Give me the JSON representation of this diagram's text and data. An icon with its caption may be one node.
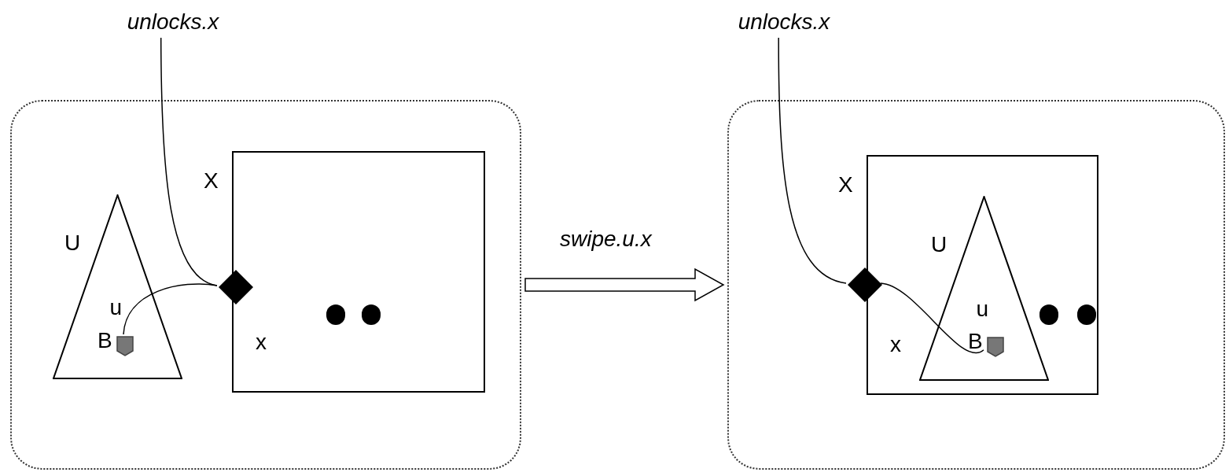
{
  "diagram": {
    "nodes": [
      {
        "text": [
          "unlocks.x"
        ]
      },
      {
        "text": [],
        "shape": "box"
      },
      {
        "text": [
          "U",
          "u"
        ],
        "in": 1
      },
      {
        "text": [],
        "shape": "pentagon",
        "in": 2,
        "beside": [
          "B"
        ]
      },
      {
        "text": [
          "X",
          "x"
        ],
        "in": 1
      },
      {
        "text": [],
        "shape": "circle",
        "in": 4
      },
      {
        "text": [],
        "shape": "circle",
        "in": 4
      },
      {
        "text": [],
        "shape": "diamond",
        "in": 1
      },
      {
        "text": [
          "unlocks.x"
        ]
      },
      {
        "text": [],
        "shape": "box"
      },
      {
        "text": [
          "X",
          "x"
        ],
        "in": 9
      },
      {
        "text": [
          "U",
          "u"
        ],
        "in": 10
      },
      {
        "text": [],
        "shape": "pentagon",
        "in": 11,
        "beside": [
          "B"
        ]
      },
      {
        "text": [],
        "shape": "circle",
        "in": 10
      },
      {
        "text": [],
        "shape": "circle",
        "in": 10
      },
      {
        "text": [],
        "shape": "diamond",
        "in": 9
      }
    ],
    "edges": [
      {
        "from": 0,
        "to": 7,
        "arrow": "none"
      },
      {
        "from": 3,
        "to": 7,
        "arrow": "none"
      },
      {
        "from": 1,
        "to": 9,
        "arrow": "to",
        "label": "swipe.u.x",
        "style": "thick"
      },
      {
        "from": 8,
        "to": 15,
        "arrow": "none"
      },
      {
        "from": 12,
        "to": 15,
        "arrow": "none"
      }
    ]
  }
}
